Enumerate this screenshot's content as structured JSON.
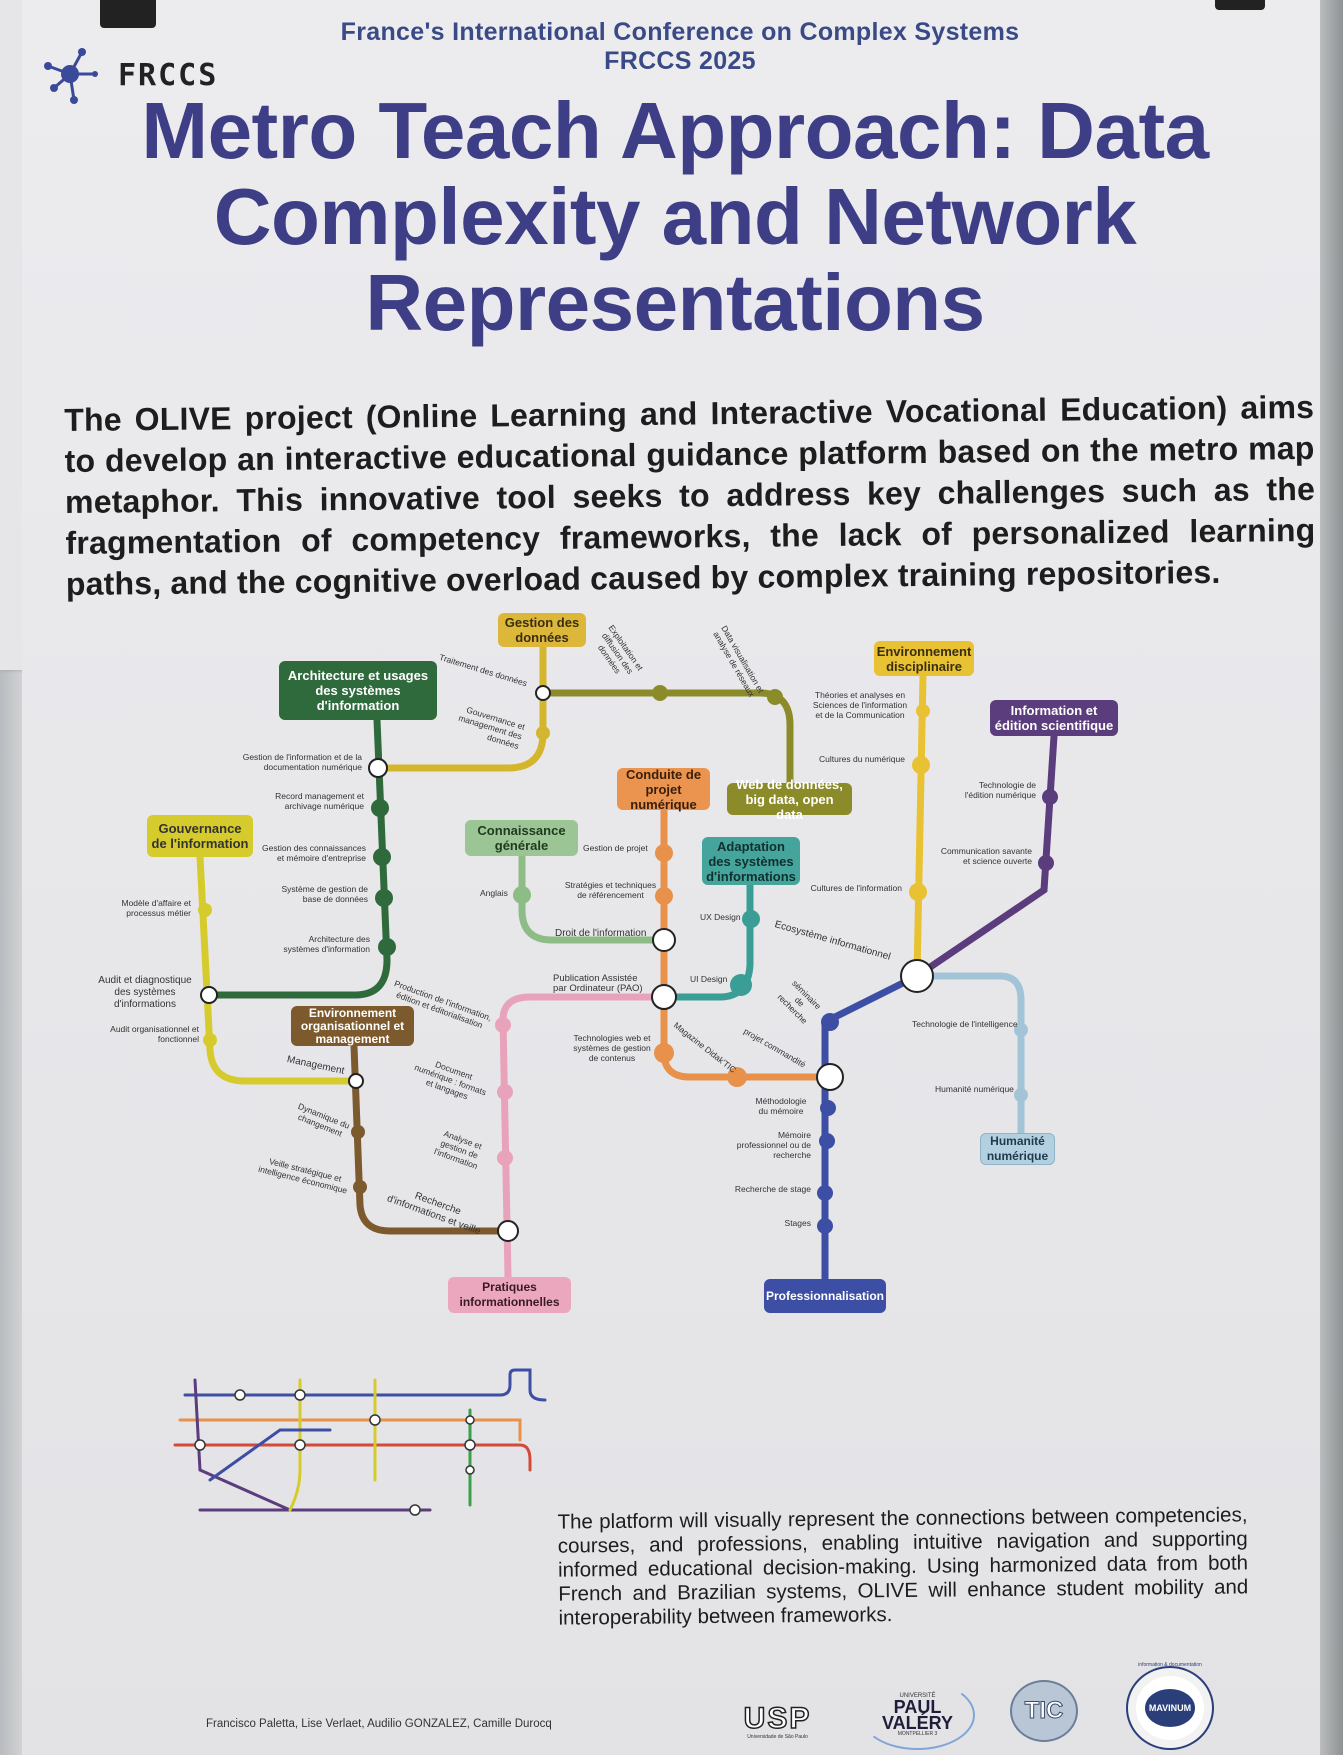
{
  "header": {
    "conference": "France's International Conference on Complex Systems",
    "conference_short": "FRCCS 2025",
    "logo_text": "FRCCS"
  },
  "title": "Metro Teach Approach: Data Complexity and Network Representations",
  "intro": "The OLIVE project (Online Learning and Interactive Vocational Education) aims to develop an interactive educational guidance platform based on the metro map metaphor. This innovative tool seeks to address key challenges such as the fragmentation of competency frameworks, the lack of personalized learning paths, and the cognitive overload caused by complex training repositories.",
  "map": {
    "lines": [
      {
        "name": "Gestion des données",
        "color": "#d4b52e"
      },
      {
        "name": "Architecture et usages des systèmes d'information",
        "color": "#2f6a3c"
      },
      {
        "name": "Gouvernance de l'information",
        "color": "#d6cb2c"
      },
      {
        "name": "Connaissance générale",
        "color": "#8dbc86"
      },
      {
        "name": "Conduite de projet numérique",
        "color": "#e8914a"
      },
      {
        "name": "Web de données, big data, open data",
        "color": "#8b8b2a"
      },
      {
        "name": "Adaptation des systèmes d'informations",
        "color": "#3a9e96"
      },
      {
        "name": "Environnement disciplinaire",
        "color": "#e8c232"
      },
      {
        "name": "Information et édition scientifique",
        "color": "#5b3c7c"
      },
      {
        "name": "Environnement organisationnel et management",
        "color": "#7d5a2e"
      },
      {
        "name": "Pratiques informationnelles",
        "color": "#e8a3bb"
      },
      {
        "name": "Professionnalisation",
        "color": "#3d4fa5"
      },
      {
        "name": "Humanité numérique",
        "color": "#a3c4d6"
      }
    ],
    "stations": [
      "Traitement des données",
      "Gouvernance et management des données",
      "Exploitation et diffusion des données",
      "Data visualisation et analyse de réseaux",
      "Gestion de l'information et de la documentation numérique",
      "Record management et archivage numérique",
      "Gestion des connaissances et mémoire d'entreprise",
      "Système de gestion de base de données",
      "Architecture des systèmes d'information",
      "Modèle d'affaire et processus métier",
      "Audit et diagnostique des systèmes d'informations",
      "Audit organisationnel et fonctionnel",
      "Management",
      "Dynamique du changement",
      "Veille stratégique et intelligence économique",
      "Recherche d'informations et veille",
      "Production de l'information, édition et éditorialisation",
      "Document numérique : formats et langages",
      "Analyse et gestion de l'information",
      "Anglais",
      "Droit de l'information",
      "Gestion de projet",
      "Stratégies et techniques de référencement",
      "Publication Assistée par Ordinateur (PAO)",
      "Technologies web et systèmes de gestion de contenus",
      "Magazine Didak'TIC",
      "UX Design",
      "UI Design",
      "Ecosystème informationnel",
      "séminaire de recherche",
      "projet commandité",
      "Méthodologie du mémoire",
      "Mémoire professionnel ou de recherche",
      "Recherche de stage",
      "Stages",
      "Théories et analyses en Sciences de l'information et de la Communication",
      "Cultures du numérique",
      "Cultures de l'information",
      "Technologie de l'édition numérique",
      "Communication savante et science ouverte",
      "Technologie de l'intelligence",
      "Humanité numérique"
    ]
  },
  "bottom_text": "The platform will visually represent the connections between competencies, courses, and professions, enabling intuitive navigation and supporting informed educational decision-making. Using harmonized data from both French and Brazilian systems, OLIVE will enhance student mobility and interoperability between frameworks.",
  "authors": "Francisco Paletta, Lise Verlaet, Audilio GONZALEZ, Camille Durocq",
  "logos": {
    "usp": "USP",
    "usp_sub": "Universidade de São Paulo",
    "upv_top": "UNIVERSITÉ",
    "upv_main1": "PAUL",
    "upv_main2": "VALÉRY",
    "upv_sub": "MONTPELLIER 3",
    "tic": "TIC",
    "mavinum": "MAVINUM",
    "mavinum_ring": "information & documentation"
  }
}
